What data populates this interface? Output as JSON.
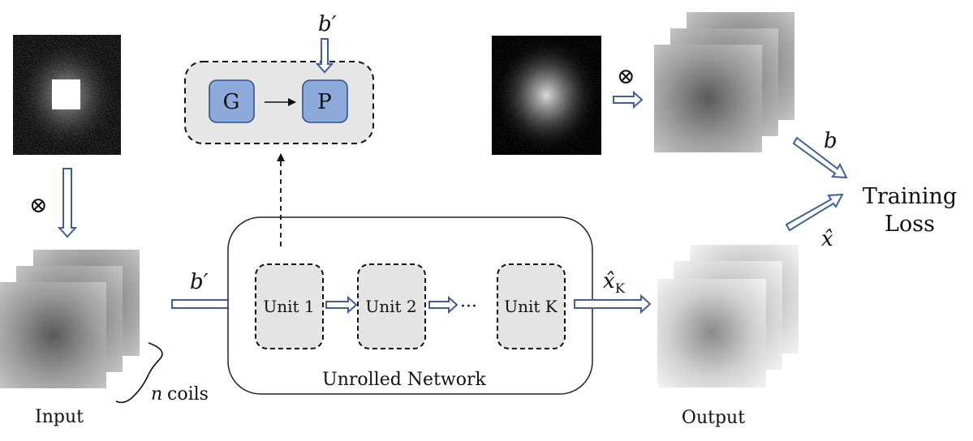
{
  "labels": {
    "input": "Input",
    "output": "Output",
    "n_coils_var": "n",
    "n_coils_text": "coils",
    "network_title": "Unrolled Network",
    "training_line1": "Training",
    "training_line2": "Loss",
    "ellipsis": "···"
  },
  "units": [
    "Unit 1",
    "Unit 2",
    "Unit K"
  ],
  "blocks": {
    "g": "G",
    "p": "P"
  },
  "math": {
    "b_prime_top": "b′",
    "b_prime_mid": "b′",
    "xhat_K": "x̂",
    "xhat_K_sub": "K",
    "b": "b",
    "xhat": "x̂",
    "otimes": "⊗"
  },
  "colors": {
    "arrow_blue": "#3f5f96",
    "block_blue": "#8eaadb",
    "block_border": "#2f528f",
    "panel_gray": "#e6e6e6",
    "unit_gray": "#e4e4e4"
  }
}
